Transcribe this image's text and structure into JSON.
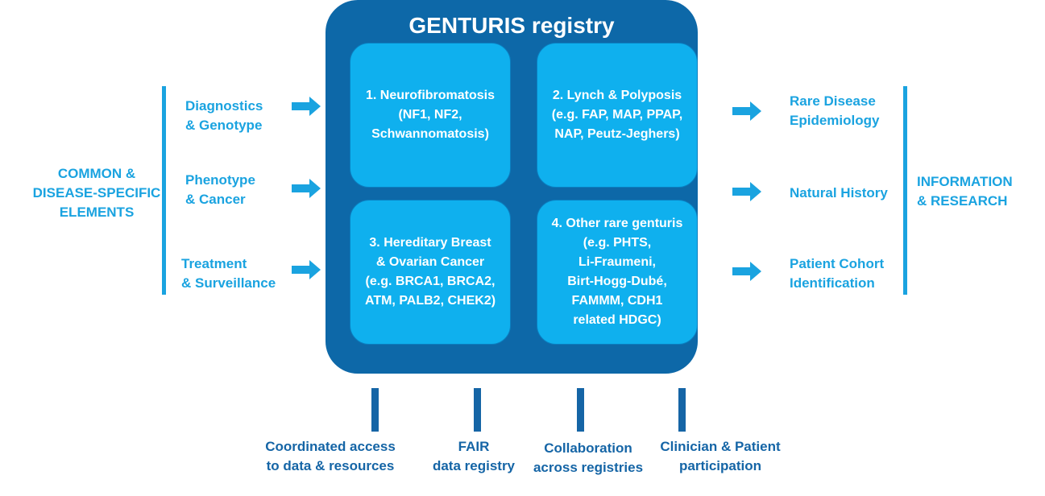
{
  "registry": {
    "title": "GENTURIS registry",
    "quadrants": [
      {
        "title": "1. Neurofibromatosis",
        "lines": [
          "(NF1, NF2,",
          "Schwannomatosis)"
        ]
      },
      {
        "title": "2. Lynch & Polyposis",
        "lines": [
          "(e.g. FAP, MAP, PPAP,",
          "NAP, Peutz-Jeghers)"
        ]
      },
      {
        "title": "3. Hereditary Breast",
        "title2": "& Ovarian Cancer",
        "lines": [
          "(e.g. BRCA1, BRCA2,",
          "ATM, PALB2, CHEK2)"
        ]
      },
      {
        "title": "4. Other rare genturis",
        "lines": [
          "(e.g. PHTS,",
          "Li-Fraumeni,",
          "Birt-Hogg-Dubé,",
          "FAMMM, CDH1",
          "related HDGC)"
        ]
      }
    ]
  },
  "left": {
    "group_label": [
      "COMMON &",
      "DISEASE-SPECIFIC",
      "ELEMENTS"
    ],
    "inputs": [
      [
        "Diagnostics",
        "& Genotype"
      ],
      [
        "Phenotype",
        "& Cancer"
      ],
      [
        "Treatment",
        "& Surveillance"
      ]
    ]
  },
  "right": {
    "group_label": [
      "INFORMATION",
      "& RESEARCH"
    ],
    "outputs": [
      [
        "Rare Disease",
        "Epidemiology"
      ],
      [
        "Natural History"
      ],
      [
        "Patient Cohort",
        "Identification"
      ]
    ]
  },
  "bottom": {
    "pillars": [
      [
        "Coordinated access",
        "to data & resources"
      ],
      [
        "FAIR",
        "data registry"
      ],
      [
        "Collaboration",
        "across registries"
      ],
      [
        "Clinician & Patient",
        "participation"
      ]
    ]
  },
  "colors": {
    "light_blue": "#1aa3e0",
    "dark_blue": "#1565a6",
    "registry_box": "#0d68a8",
    "quadrant": "#0fb0ee"
  }
}
